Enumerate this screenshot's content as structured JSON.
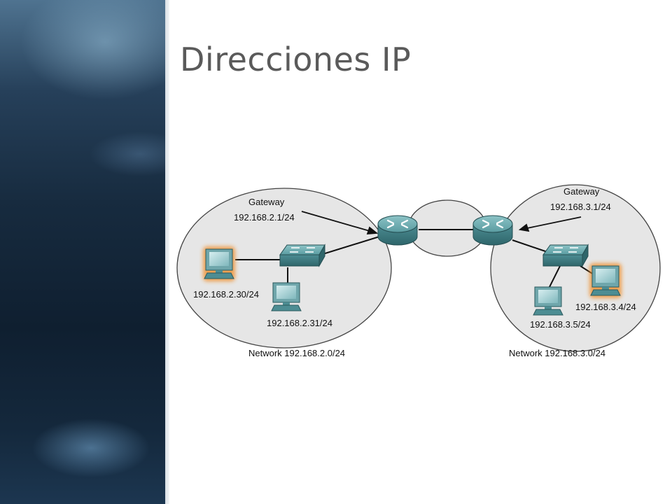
{
  "slide": {
    "title": "Direcciones IP"
  },
  "diagram": {
    "left_network": {
      "gateway_label": "Gateway",
      "gateway_ip": "192.168.2.1/24",
      "host_a_ip": "192.168.2.30/24",
      "host_b_ip": "192.168.2.31/24",
      "network_label": "Network 192.168.2.0/24"
    },
    "right_network": {
      "gateway_label": "Gateway",
      "gateway_ip": "192.168.3.1/24",
      "host_a_ip": "192.168.3.4/24",
      "host_b_ip": "192.168.3.5/24",
      "network_label": "Network 192.168.3.0/24"
    }
  },
  "colors": {
    "network_fill": "#e6e6e6",
    "device_teal": "#4d8d93",
    "highlight_orange": "#f08a24"
  },
  "icons": [
    "router-icon",
    "switch-icon",
    "computer-icon"
  ]
}
